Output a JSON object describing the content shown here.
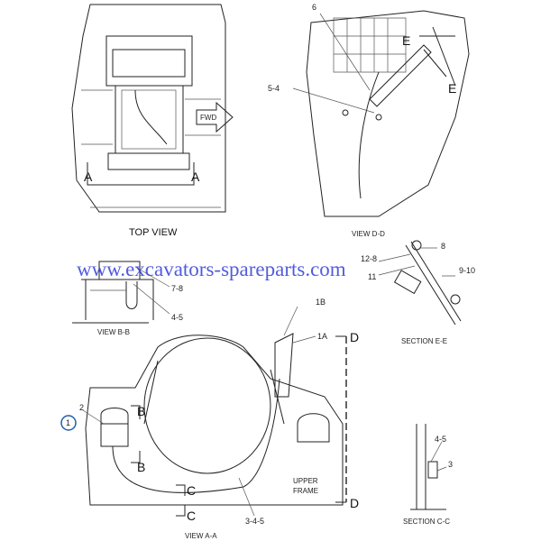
{
  "watermark": "www.excavators-spareparts.com",
  "top_view": {
    "title": "TOP VIEW",
    "fwd": "FWD",
    "section_left": "A",
    "section_right": "A"
  },
  "view_dd": {
    "title": "VIEW D-D",
    "callout_6": "6",
    "callout_5_4": "5-4",
    "section_e_top": "E",
    "section_e_bottom": "E"
  },
  "section_ee": {
    "title": "SECTION E-E",
    "callout_8": "8",
    "callout_12_8": "12-8",
    "callout_11": "11",
    "callout_9_10": "9-10"
  },
  "view_bb": {
    "title": "VIEW B-B",
    "callout_7_8": "7-8",
    "callout_4_5": "4-5"
  },
  "view_aa": {
    "title": "VIEW A-A",
    "callout_1b": "1B",
    "callout_1a": "1A",
    "section_d_top": "D",
    "section_d_bottom": "D",
    "callout_2": "2",
    "callout_1": "1",
    "section_b_top": "B",
    "section_b_bottom": "B",
    "section_c_top": "C",
    "section_c_bottom": "C",
    "upper_frame_1": "UPPER",
    "upper_frame_2": "FRAME",
    "callout_3_4_5": "3-4-5"
  },
  "section_cc": {
    "title": "SECTION C-C",
    "callout_4_5": "4-5",
    "callout_3": "3"
  },
  "colors": {
    "highlight": "#1f5fa8",
    "watermark": "#3340d8"
  }
}
